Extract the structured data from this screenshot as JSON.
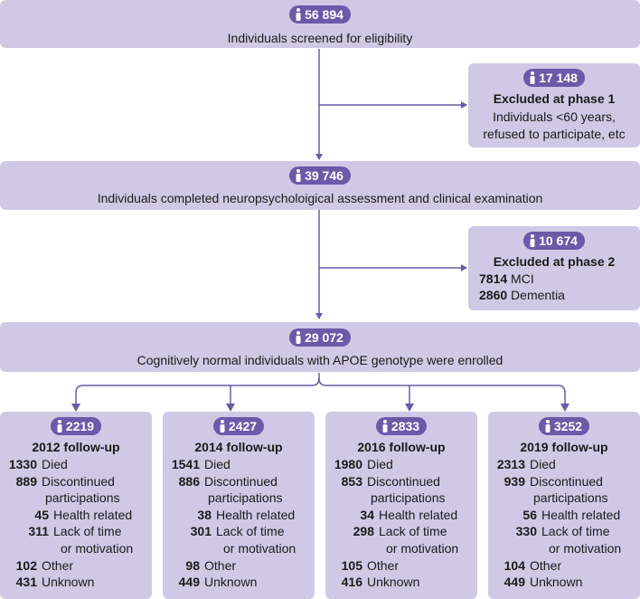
{
  "top": {
    "count": "56 894",
    "label": "Individuals screened for eligibility"
  },
  "excluded1": {
    "count": "17 148",
    "title": "Excluded at phase 1",
    "line1": "Individuals <60 years,",
    "line2": "refused to participate, etc"
  },
  "assessed": {
    "count": "39 746",
    "label": "Individuals completed neuropsycholoigical assessment and clinical examination"
  },
  "excluded2": {
    "count": "10 674",
    "title": "Excluded at phase 2",
    "items": [
      {
        "n": "7814",
        "label": "MCI"
      },
      {
        "n": "2860",
        "label": "Dementia"
      }
    ]
  },
  "enrolled": {
    "count": "29 072",
    "label": "Cognitively normal individuals with APOE genotype were enrolled"
  },
  "followups": [
    {
      "count": "2219",
      "title": "2012 follow-up",
      "died": "1330",
      "disc": "889",
      "health": "45",
      "lack": "311",
      "other": "102",
      "unknown": "431"
    },
    {
      "count": "2427",
      "title": "2014 follow-up",
      "died": "1541",
      "disc": "886",
      "health": "38",
      "lack": "301",
      "other": "98",
      "unknown": "449"
    },
    {
      "count": "2833",
      "title": "2016 follow-up",
      "died": "1980",
      "disc": "853",
      "health": "34",
      "lack": "298",
      "other": "105",
      "unknown": "416"
    },
    {
      "count": "3252",
      "title": "2019 follow-up",
      "died": "2313",
      "disc": "939",
      "health": "56",
      "lack": "330",
      "other": "104",
      "unknown": "449"
    }
  ],
  "labels": {
    "died": "Died",
    "discontinued": "Discontinued",
    "participations": "participations",
    "health": "Health related",
    "lack": "Lack of time",
    "motivation": "or motivation",
    "other": "Other",
    "unknown": "Unknown"
  },
  "colors": {
    "box": "#cfc9e6",
    "badge": "#6a5aa8",
    "arrow": "#6a5aa8"
  },
  "icons": {
    "badge": "person-icon"
  }
}
